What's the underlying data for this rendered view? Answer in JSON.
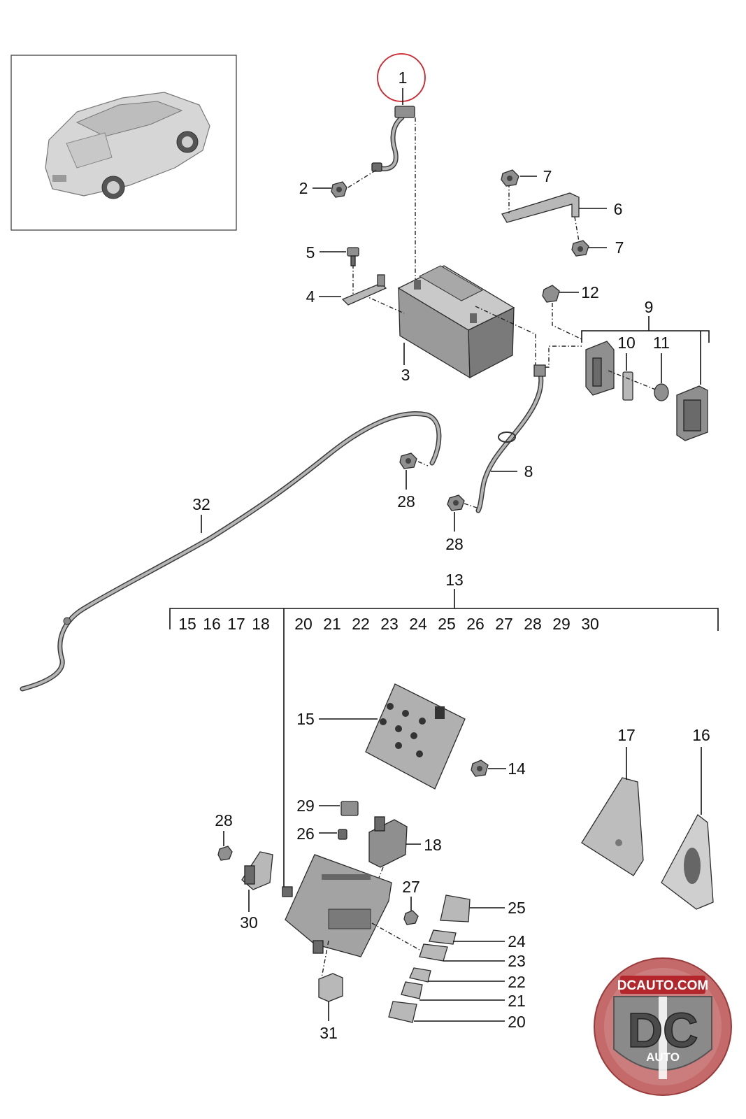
{
  "callouts": {
    "c1": "1",
    "c2": "2",
    "c3": "3",
    "c4": "4",
    "c5": "5",
    "c6": "6",
    "c7a": "7",
    "c7b": "7",
    "c8": "8",
    "c9": "9",
    "c10": "10",
    "c11": "11",
    "c12": "12",
    "c13": "13",
    "c14": "14",
    "c15": "15",
    "c16": "16",
    "c17": "17",
    "c18": "18",
    "c20": "20",
    "c21": "21",
    "c22": "22",
    "c23": "23",
    "c24": "24",
    "c25": "25",
    "c26": "26",
    "c27": "27",
    "c28a": "28",
    "c28b": "28",
    "c28c": "28",
    "c29": "29",
    "c30": "30",
    "c31": "31",
    "c32": "32"
  },
  "group_13_row": [
    "15",
    "16",
    "17",
    "18",
    "20",
    "21",
    "22",
    "23",
    "24",
    "25",
    "26",
    "27",
    "28",
    "29",
    "30"
  ],
  "logo": {
    "url_text": "DCAUTO.COM",
    "monogram": "DC",
    "word": "AUTO"
  },
  "colors": {
    "highlight_circle": "#d0222a",
    "logo_red": "#b3262c",
    "logo_gray": "#8a8a8a"
  }
}
